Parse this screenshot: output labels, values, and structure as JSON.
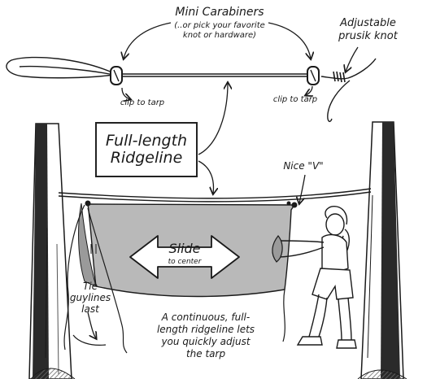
{
  "labels": {
    "carabiners_title": "Mini Carabiners",
    "carabiners_sub_1": "(..or pick your favorite",
    "carabiners_sub_2": "knot or hardware)",
    "prusik_1": "Adjustable",
    "prusik_2": "prusik knot",
    "clip_left": "clip to tarp",
    "clip_right": "clip to tarp",
    "ridgeline_1": "Full-length",
    "ridgeline_2": "Ridgeline",
    "nice": "Nice \"V\"",
    "slide": "Slide",
    "slide_sub": "to center",
    "tie_1": "Tie",
    "tie_2": "guylines",
    "tie_3": "last",
    "caption_1": "A continuous, full-",
    "caption_2": "length ridgeline lets",
    "caption_3": "you quickly adjust",
    "caption_4": "the tarp"
  },
  "colors": {
    "ink": "#1a1a1a",
    "tarp_fill": "#b9b9b9",
    "tarp_shadow": "#9a9a9a",
    "tree_bark": "#2a2a2a"
  }
}
